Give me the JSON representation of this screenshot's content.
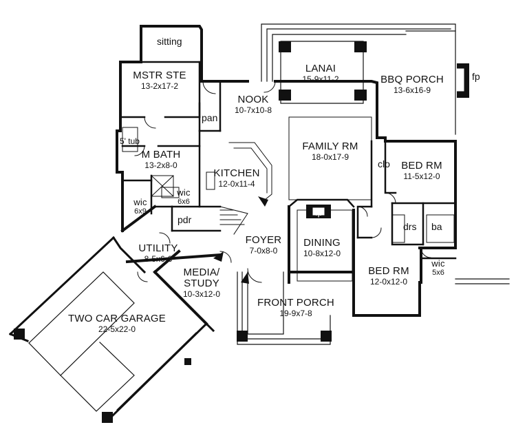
{
  "rooms": {
    "sitting": "sitting",
    "mstr_ste": {
      "name": "MSTR STE",
      "dims": "13-2x17-2"
    },
    "nook": {
      "name": "NOOK",
      "dims": "10-7x10-8"
    },
    "pan": "pan",
    "lanai": {
      "name": "LANAI",
      "dims": "15-9x11-2"
    },
    "bbq_porch": {
      "name": "BBQ PORCH",
      "dims": "13-6x16-9"
    },
    "fp_bbq": "fp",
    "tub": "5' tub",
    "m_bath": {
      "name": "M BATH",
      "dims": "13-2x8-0"
    },
    "kitchen": {
      "name": "KITCHEN",
      "dims": "12-0x11-4"
    },
    "family_rm": {
      "name": "FAMILY RM",
      "dims": "18-0x17-9"
    },
    "clo": "clo",
    "bed_rm_1": {
      "name": "BED RM",
      "dims": "11-5x12-0"
    },
    "wic_bath": {
      "name": "wic",
      "dims": "6x6"
    },
    "wic_mstr": {
      "name": "wic",
      "dims": "6x9"
    },
    "pdr": "pdr",
    "fp_family": "fp",
    "drs": "drs",
    "ba": "ba",
    "foyer": {
      "name": "FOYER",
      "dims": "7-0x8-0"
    },
    "dining": {
      "name": "DINING",
      "dims": "10-8x12-0"
    },
    "utility": {
      "name": "UTILITY",
      "dims": "8-5x6-6"
    },
    "bed_rm_2": {
      "name": "BED RM",
      "dims": "12-0x12-0"
    },
    "wic_bed": {
      "name": "wic",
      "dims": "5x6"
    },
    "media": {
      "name": "MEDIA/",
      "name2": "STUDY",
      "dims": "10-3x12-0"
    },
    "front_porch": {
      "name": "FRONT PORCH",
      "dims": "19-9x7-8"
    },
    "garage": {
      "name": "TWO CAR GARAGE",
      "dims": "22-5x22-0"
    }
  }
}
